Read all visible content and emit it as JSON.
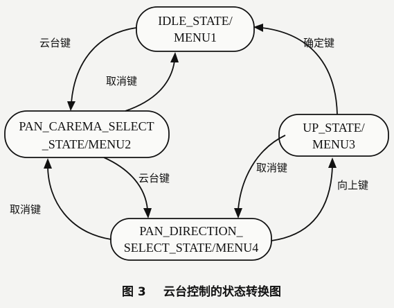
{
  "nodes": {
    "idle": {
      "line1": "IDLE_STATE/",
      "line2": "MENU1"
    },
    "pan_camera": {
      "line1": "PAN_CAREMA_SELECT",
      "line2": "_STATE/MENU2"
    },
    "up": {
      "line1": "UP_STATE/",
      "line2": "MENU3"
    },
    "pan_direction": {
      "line1": "PAN_DIRECTION_",
      "line2": "SELECT_STATE/MENU4"
    }
  },
  "edges": {
    "idle_to_pan_camera": "云台键",
    "pan_camera_to_idle": "取消键",
    "up_to_idle": "确定键",
    "pan_camera_to_pan_direction": "云台键",
    "pan_direction_to_pan_camera": "取消键",
    "up_to_pan_direction": "取消键",
    "pan_direction_to_up": "向上键"
  },
  "caption": {
    "number": "图 3",
    "title": "云台控制的状态转换图"
  }
}
